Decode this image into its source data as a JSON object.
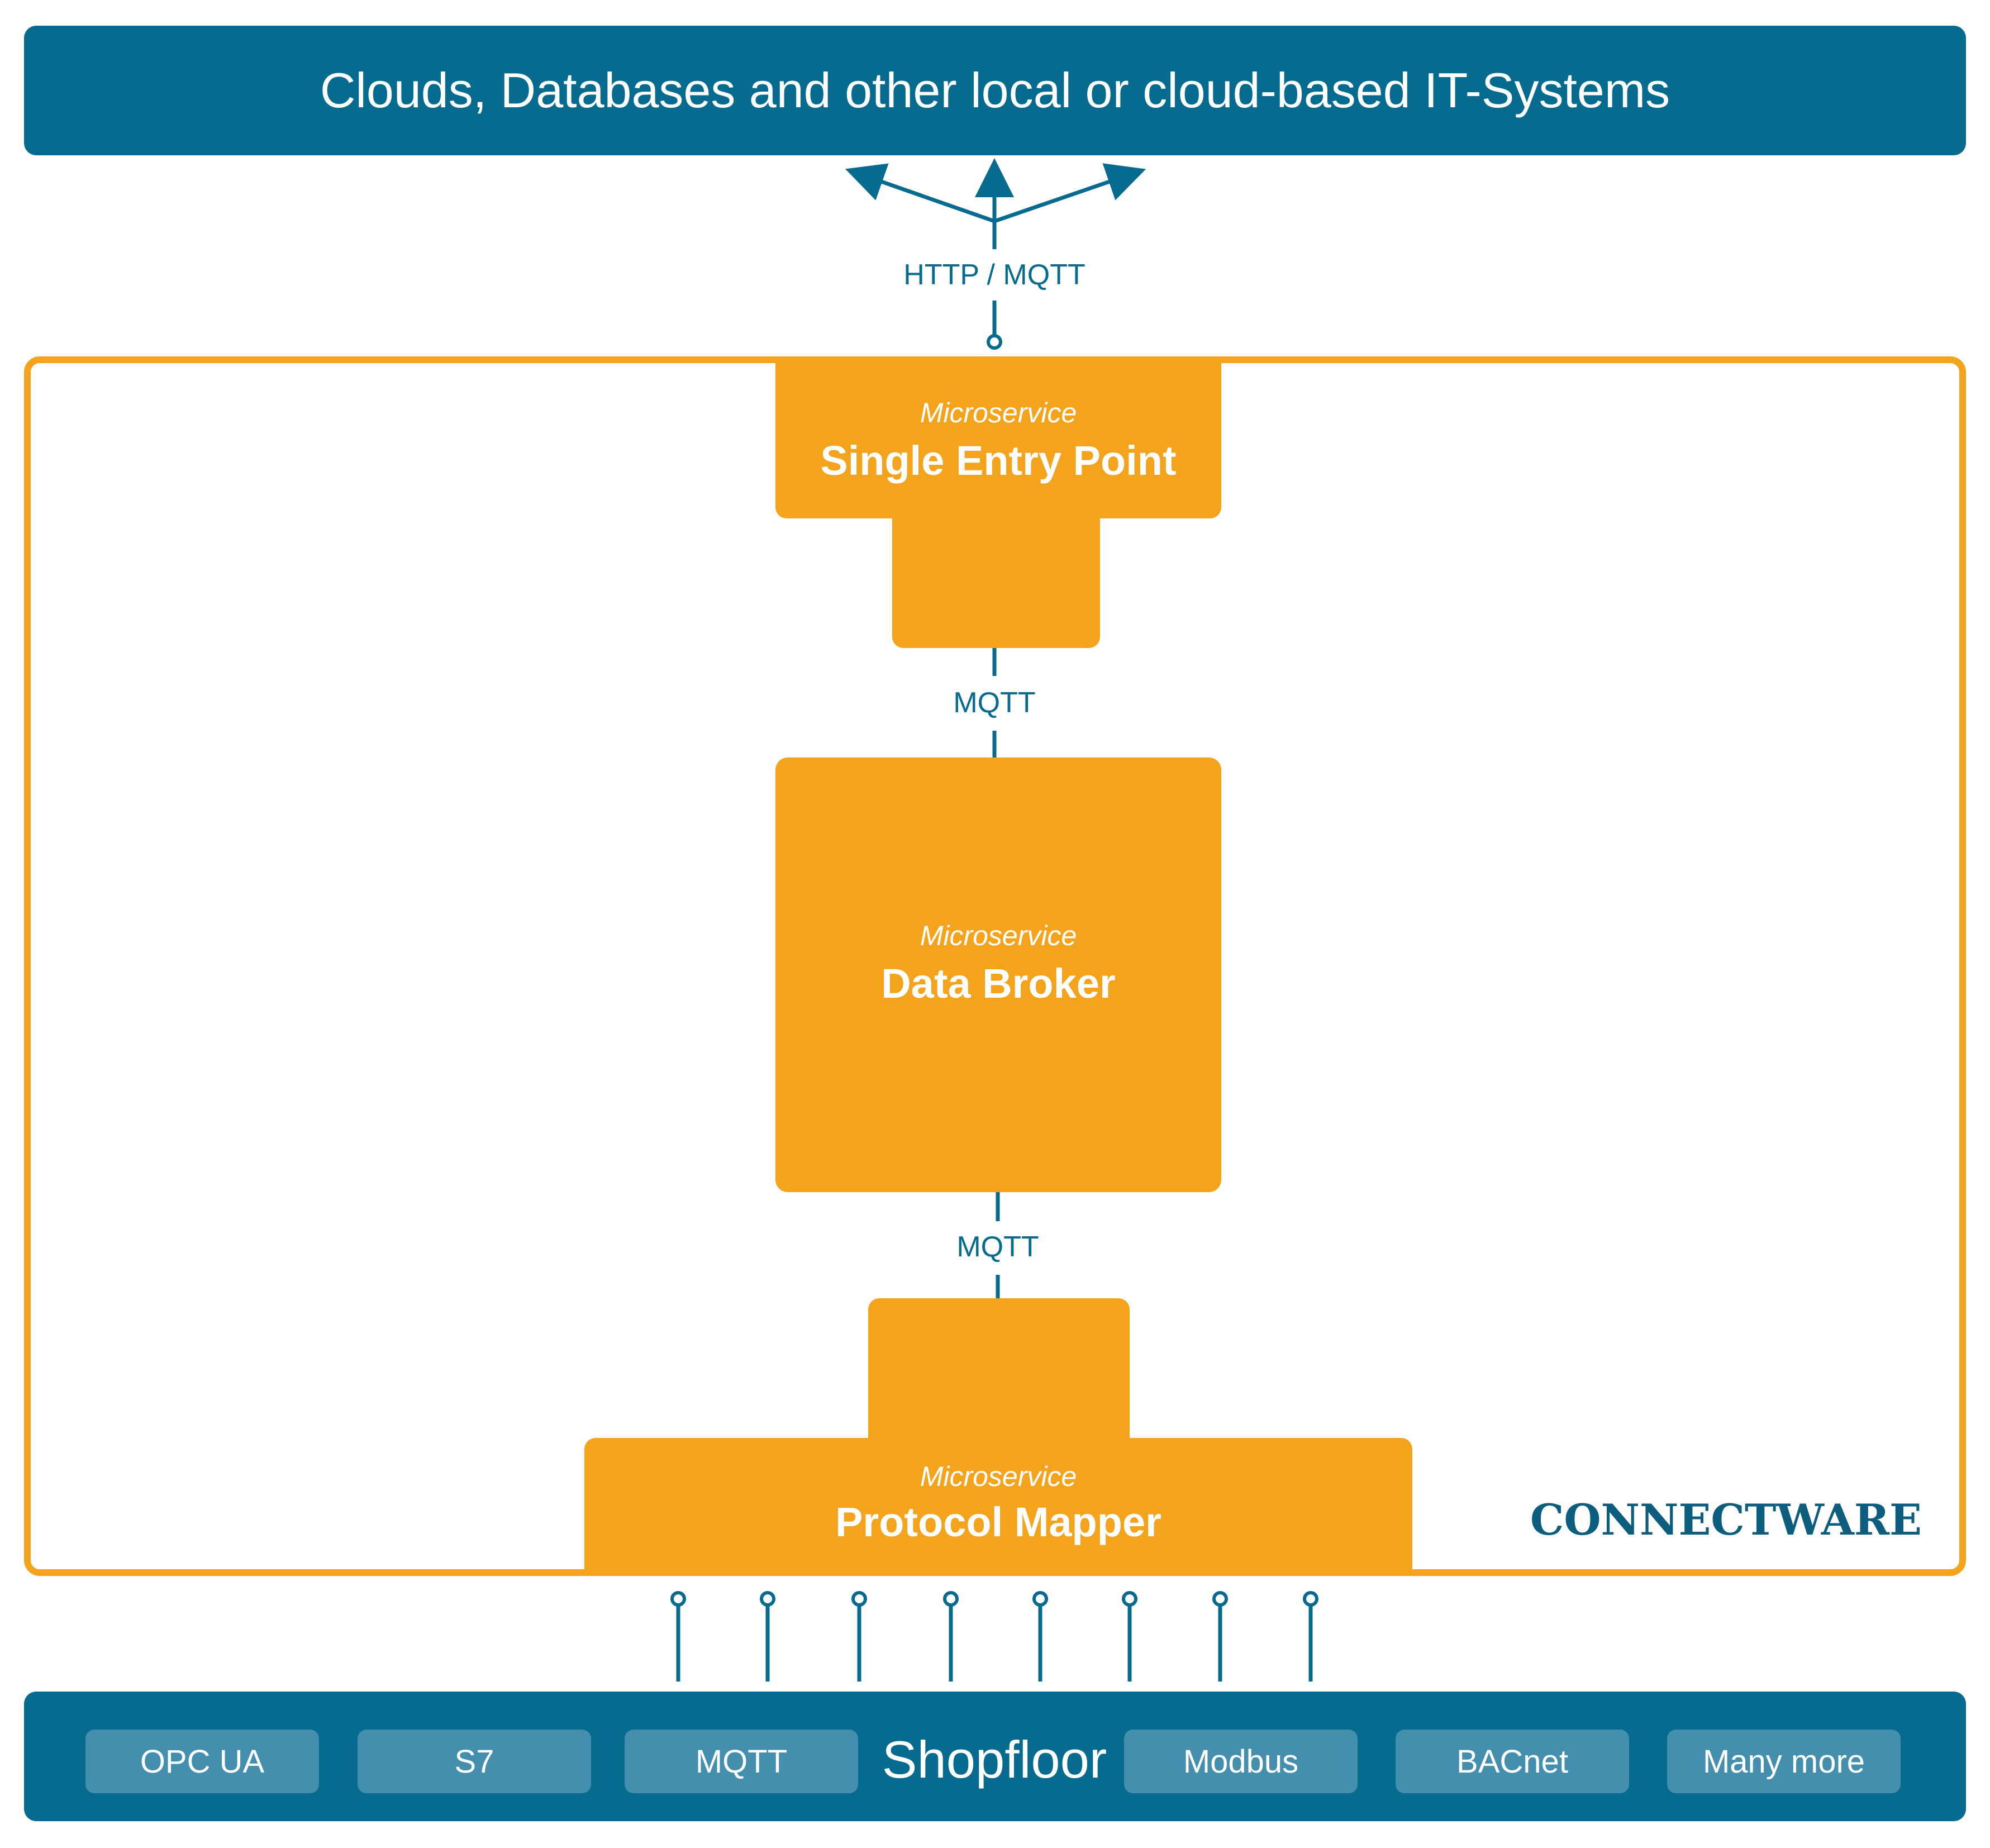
{
  "top": {
    "title": "Clouds, Databases and other local or cloud-based IT-Systems"
  },
  "links": {
    "top": "HTTP / MQTT",
    "upper": "MQTT",
    "lower": "MQTT"
  },
  "single_entry_point": {
    "label": "Microservice",
    "title": "Single Entry Point"
  },
  "data_broker": {
    "label": "Microservice",
    "title": "Data Broker"
  },
  "protocol_mapper": {
    "label": "Microservice",
    "title": "Protocol Mapper"
  },
  "brand": "CONNECTWARE",
  "shopfloor": {
    "title": "Shopfloor",
    "protocols": [
      "OPC UA",
      "S7",
      "MQTT",
      "Modbus",
      "BACnet",
      "Many more"
    ]
  },
  "colors": {
    "blue": "#066b8e",
    "orange": "#f4a31d",
    "chip": "#448fae"
  }
}
